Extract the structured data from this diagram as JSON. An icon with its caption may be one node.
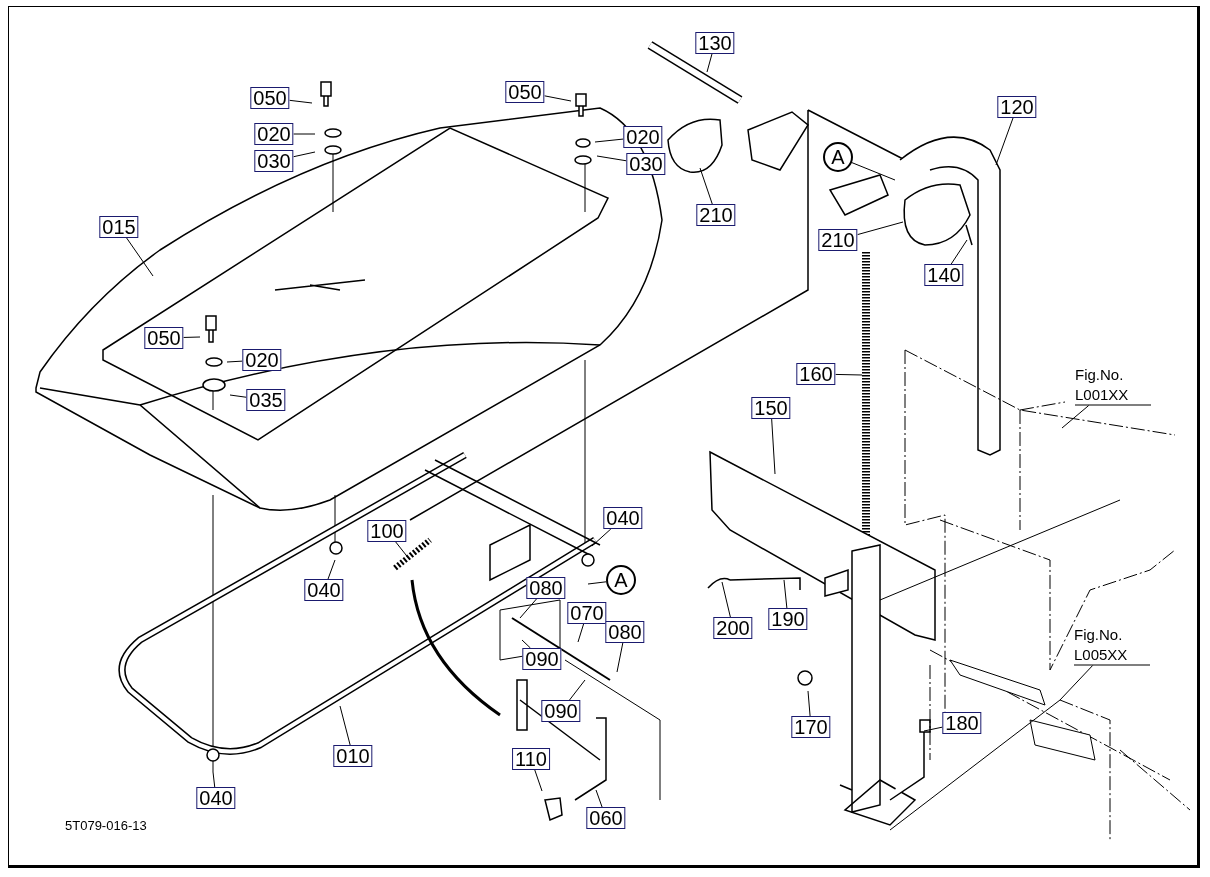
{
  "diagram": {
    "nodes": [
      {
        "text": [
          "050"
        ]
      },
      {
        "text": [
          "020"
        ]
      },
      {
        "text": [
          "030"
        ]
      },
      {
        "text": [
          "050"
        ]
      },
      {
        "text": [
          "020"
        ]
      },
      {
        "text": [
          "030"
        ]
      },
      {
        "text": [
          "130"
        ]
      },
      {
        "text": [
          "210"
        ]
      },
      {
        "text": [
          "A"
        ]
      },
      {
        "text": [
          "120"
        ]
      },
      {
        "text": [
          "210"
        ]
      },
      {
        "text": [
          "140"
        ]
      },
      {
        "text": [
          "015"
        ]
      },
      {
        "text": [
          "050"
        ]
      },
      {
        "text": [
          "020"
        ]
      },
      {
        "text": [
          "035"
        ]
      },
      {
        "text": [
          "160"
        ]
      },
      {
        "text": [
          "Fig.No. L001XX"
        ]
      },
      {
        "text": [
          "150"
        ]
      },
      {
        "text": [
          "040"
        ]
      },
      {
        "text": [
          "100"
        ]
      },
      {
        "text": [
          "040"
        ]
      },
      {
        "text": [
          "080"
        ]
      },
      {
        "text": [
          "A"
        ]
      },
      {
        "text": [
          "070"
        ]
      },
      {
        "text": [
          "080"
        ]
      },
      {
        "text": [
          "090"
        ]
      },
      {
        "text": [
          "200"
        ]
      },
      {
        "text": [
          "190"
        ]
      },
      {
        "text": [
          "090"
        ]
      },
      {
        "text": [
          "Fig.No. L005XX"
        ]
      },
      {
        "text": [
          "170"
        ]
      },
      {
        "text": [
          "180"
        ]
      },
      {
        "text": [
          "010"
        ]
      },
      {
        "text": [
          "110"
        ]
      },
      {
        "text": [
          "060"
        ]
      },
      {
        "text": [
          "040"
        ]
      }
    ],
    "edges": [
      {
        "from": 0,
        "to": null,
        "arrow": "none"
      },
      {
        "from": 1,
        "to": null,
        "arrow": "none"
      },
      {
        "from": 2,
        "to": null,
        "arrow": "none"
      },
      {
        "from": 3,
        "to": null,
        "arrow": "none"
      },
      {
        "from": 4,
        "to": null,
        "arrow": "none"
      },
      {
        "from": 5,
        "to": null,
        "arrow": "none"
      },
      {
        "from": 6,
        "to": null,
        "arrow": "none"
      },
      {
        "from": 7,
        "to": null,
        "arrow": "none"
      },
      {
        "from": 8,
        "to": null,
        "arrow": "none"
      },
      {
        "from": 9,
        "to": null,
        "arrow": "none"
      },
      {
        "from": 10,
        "to": null,
        "arrow": "none"
      },
      {
        "from": 11,
        "to": null,
        "arrow": "none"
      },
      {
        "from": 12,
        "to": null,
        "arrow": "none"
      },
      {
        "from": 13,
        "to": null,
        "arrow": "none"
      },
      {
        "from": 14,
        "to": null,
        "arrow": "none"
      },
      {
        "from": 15,
        "to": null,
        "arrow": "none"
      },
      {
        "from": 16,
        "to": null,
        "arrow": "none"
      },
      {
        "from": 17,
        "to": null,
        "arrow": "none"
      },
      {
        "from": 18,
        "to": null,
        "arrow": "none"
      },
      {
        "from": 19,
        "to": null,
        "arrow": "none"
      },
      {
        "from": 20,
        "to": null,
        "arrow": "none"
      },
      {
        "from": 21,
        "to": null,
        "arrow": "none"
      },
      {
        "from": 22,
        "to": null,
        "arrow": "none"
      },
      {
        "from": 23,
        "to": null,
        "arrow": "none"
      },
      {
        "from": 24,
        "to": null,
        "arrow": "none"
      },
      {
        "from": 25,
        "to": null,
        "arrow": "none"
      },
      {
        "from": 26,
        "to": null,
        "arrow": "none"
      },
      {
        "from": 27,
        "to": null,
        "arrow": "none"
      },
      {
        "from": 28,
        "to": null,
        "arrow": "none"
      },
      {
        "from": 29,
        "to": null,
        "arrow": "none"
      },
      {
        "from": 30,
        "to": null,
        "arrow": "none"
      },
      {
        "from": 31,
        "to": null,
        "arrow": "none"
      },
      {
        "from": 32,
        "to": null,
        "arrow": "none"
      },
      {
        "from": 33,
        "to": null,
        "arrow": "none"
      },
      {
        "from": 34,
        "to": null,
        "arrow": "none"
      },
      {
        "from": 35,
        "to": null,
        "arrow": "none"
      },
      {
        "from": 36,
        "to": null,
        "arrow": "none"
      }
    ],
    "labels": [
      "5T079-016-13"
    ]
  }
}
